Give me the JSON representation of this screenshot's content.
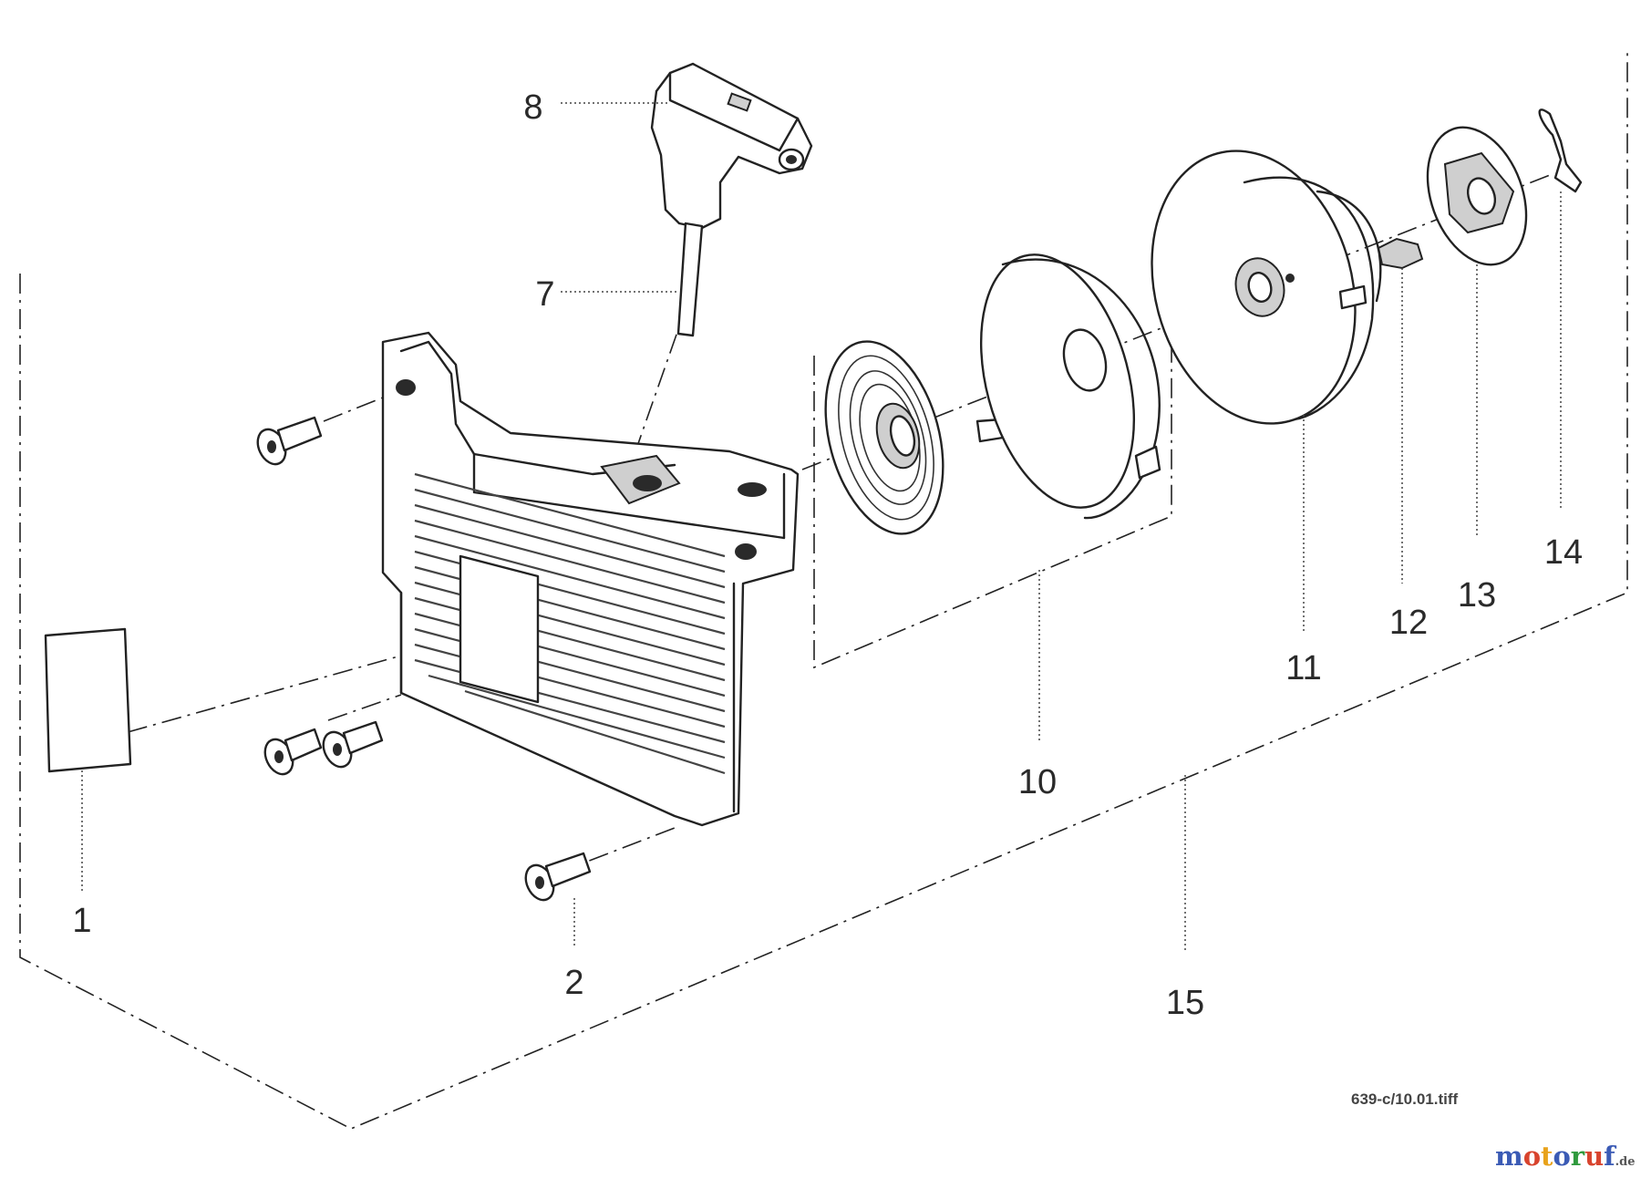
{
  "parts": [
    {
      "id": "1",
      "label": "1"
    },
    {
      "id": "2",
      "label": "2"
    },
    {
      "id": "7",
      "label": "7"
    },
    {
      "id": "8",
      "label": "8"
    },
    {
      "id": "10",
      "label": "10"
    },
    {
      "id": "11",
      "label": "11"
    },
    {
      "id": "12",
      "label": "12"
    },
    {
      "id": "13",
      "label": "13"
    },
    {
      "id": "14",
      "label": "14"
    },
    {
      "id": "15",
      "label": "15"
    }
  ],
  "file_reference": "639-c/10.01.tiff",
  "watermark": {
    "text_main": "motoruf",
    "text_suffix": ".de",
    "colors": [
      "#3b5bb5",
      "#d8442e",
      "#e8a21b",
      "#3b5bb5",
      "#2f9a3d",
      "#d8442e",
      "#3b5bb5"
    ]
  }
}
